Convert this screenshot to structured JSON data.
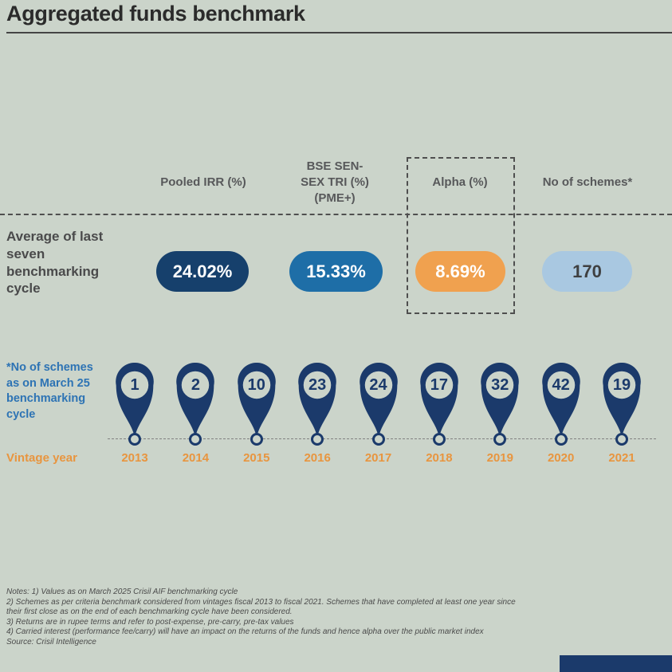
{
  "title": "Aggregated funds benchmark",
  "table": {
    "columns": [
      {
        "label": "Pooled IRR (%)"
      },
      {
        "label": "BSE SEN-SEX TRI (%) (PME+)"
      },
      {
        "label": "Alpha (%)"
      },
      {
        "label": "No of schemes*"
      }
    ],
    "row_label": "Average of last seven benchmarking cycle",
    "values": [
      {
        "text": "24.02%",
        "color": "#16406c"
      },
      {
        "text": "15.33%",
        "color": "#1e6ea7"
      },
      {
        "text": "8.69%",
        "color": "#f0a14f"
      },
      {
        "text": "170",
        "color": "#a9c8e1"
      }
    ]
  },
  "timeline": {
    "note": "*No of schemes as on March 25 benchmarking cycle",
    "axis_label": "Vintage year",
    "pins": [
      {
        "year": "2013",
        "count": "1"
      },
      {
        "year": "2014",
        "count": "2"
      },
      {
        "year": "2015",
        "count": "10"
      },
      {
        "year": "2016",
        "count": "23"
      },
      {
        "year": "2017",
        "count": "24"
      },
      {
        "year": "2018",
        "count": "17"
      },
      {
        "year": "2019",
        "count": "32"
      },
      {
        "year": "2020",
        "count": "42"
      },
      {
        "year": "2021",
        "count": "19"
      }
    ]
  },
  "notes": [
    "Notes: 1) Values as on March 2025 Crisil AIF benchmarking cycle",
    "2) Schemes as per criteria benchmark considered from vintages fiscal 2013 to fiscal 2021. Schemes that have completed at least one year since",
    "their first close as on the end of each benchmarking cycle have been considered.",
    "3) Returns are in rupee terms and refer to post-expense, pre-carry, pre-tax values",
    "4) Carried interest (performance fee/carry) will have an impact on the returns of the funds and hence alpha over the public market index",
    "Source: Crisil Intelligence"
  ],
  "colors": {
    "background": "#cbd4ca",
    "navy": "#1b3a6b",
    "pill_navy": "#16406c",
    "pill_blue": "#1e6ea7",
    "pill_orange": "#f0a14f",
    "pill_lightblue": "#a9c8e1",
    "orange_text": "#e8953f",
    "blue_text": "#2d73b4",
    "gray_text": "#57585a"
  },
  "chart_data": [
    {
      "type": "table",
      "title": "Aggregated funds benchmark",
      "columns": [
        "Pooled IRR (%)",
        "BSE SENSEX TRI (%) (PME+)",
        "Alpha (%)",
        "No of schemes*"
      ],
      "rows": [
        {
          "label": "Average of last seven benchmarking cycle",
          "values": [
            24.02,
            15.33,
            8.69,
            170
          ]
        }
      ]
    },
    {
      "type": "bar",
      "title": "No of schemes as on March 25 benchmarking cycle by vintage year",
      "categories": [
        "2013",
        "2014",
        "2015",
        "2016",
        "2017",
        "2018",
        "2019",
        "2020",
        "2021"
      ],
      "values": [
        1,
        2,
        10,
        23,
        24,
        17,
        32,
        42,
        19
      ],
      "xlabel": "Vintage year",
      "ylabel": "No of schemes",
      "legend_position": "none",
      "grid": false
    }
  ]
}
